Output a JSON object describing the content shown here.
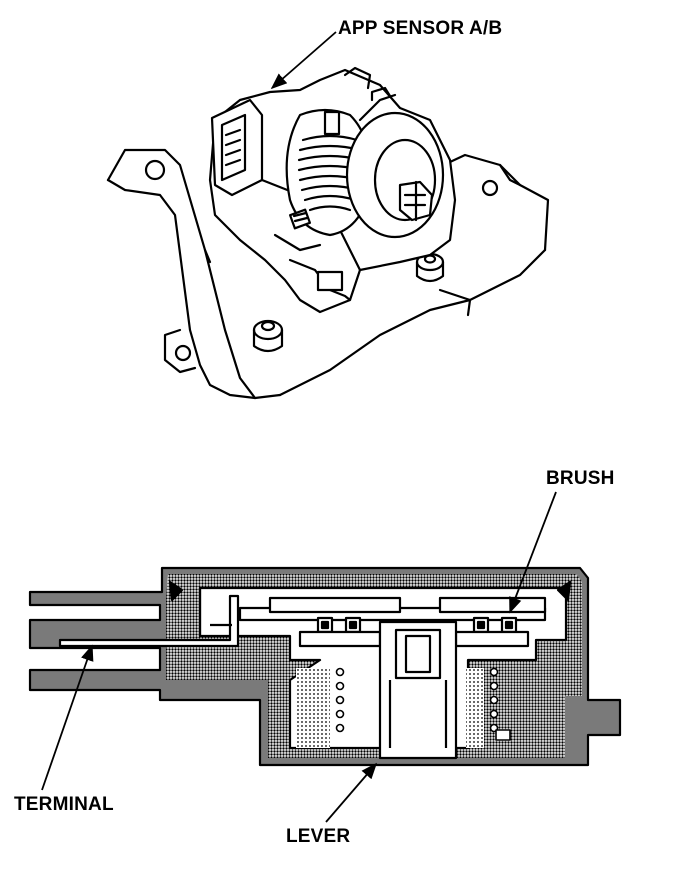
{
  "labels": {
    "app_sensor": "APP SENSOR A/B",
    "brush": "BRUSH",
    "terminal": "TERMINAL",
    "lever": "LEVER"
  },
  "colors": {
    "ink": "#000000",
    "paper": "#ffffff",
    "housing_fill": "#7a7a7a",
    "stipple_fill": "#bdbdbd"
  }
}
